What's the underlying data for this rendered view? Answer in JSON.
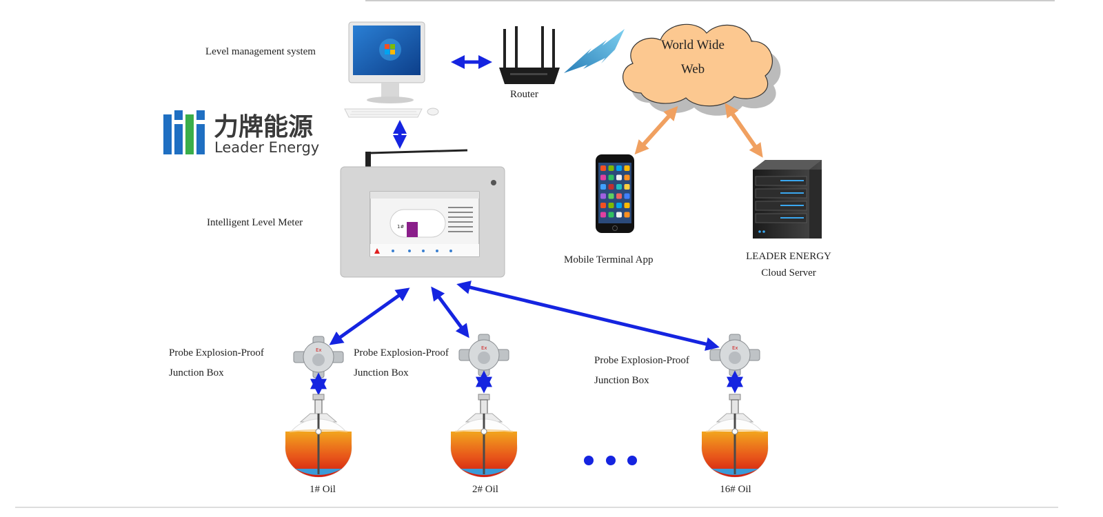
{
  "logo": {
    "chinese": "力牌能源",
    "english": "Leader Energy",
    "colors": {
      "blue": "#1f6fc2",
      "green": "#3aae4a"
    }
  },
  "labels": {
    "level_management_system": "Level management system",
    "router": "Router",
    "cloud_line1": "World Wide",
    "cloud_line2": "Web",
    "intelligent_level_meter": "Intelligent Level Meter",
    "mobile_app": "Mobile Terminal App",
    "cloud_server_line1": "LEADER ENERGY",
    "cloud_server_line2": "Cloud Server"
  },
  "meter_screen": {
    "tank_label": "1#"
  },
  "junction_boxes": [
    {
      "line1": "Probe Explosion-Proof",
      "line2": "Junction Box",
      "badge": "Ex"
    },
    {
      "line1": "Probe Explosion-Proof",
      "line2": "Junction Box",
      "badge": "Ex"
    },
    {
      "line1": "Probe Explosion-Proof",
      "line2": "Junction Box",
      "badge": "Ex"
    }
  ],
  "tanks": [
    {
      "label": "1# Oil"
    },
    {
      "label": "2# Oil"
    },
    {
      "label": "16# Oil"
    }
  ],
  "colors": {
    "link_arrow": "#1524e0",
    "web_arrow": "#f0a060",
    "cloud_fill": "#fcc890",
    "oil_top": "#f0a020",
    "oil_bottom": "#d82010",
    "water": "#3a9ad8"
  }
}
